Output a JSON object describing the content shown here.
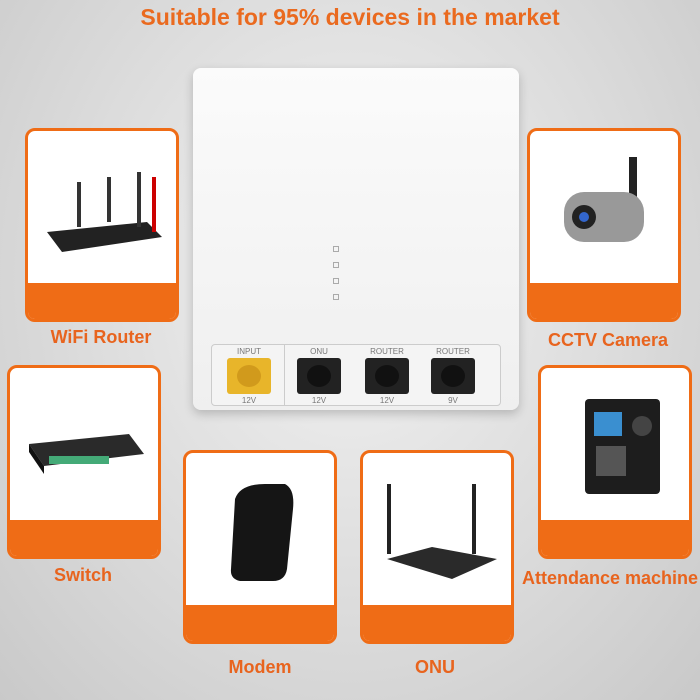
{
  "headline": "Suitable for 95% devices in the market",
  "device": {
    "ports": [
      {
        "name": "INPUT",
        "voltage": "12V"
      },
      {
        "name": "ONU",
        "voltage": "12V"
      },
      {
        "name": "ROUTER",
        "voltage": "12V"
      },
      {
        "name": "ROUTER",
        "voltage": "9V"
      }
    ]
  },
  "cards": {
    "wifi_router": "WiFi Router",
    "cctv": "CCTV Camera",
    "switch": "Switch",
    "attendance": "Attendance machine",
    "modem": "Modem",
    "onu": "ONU"
  },
  "colors": {
    "accent": "#ef6c16",
    "input_port": "#e8b52a"
  }
}
